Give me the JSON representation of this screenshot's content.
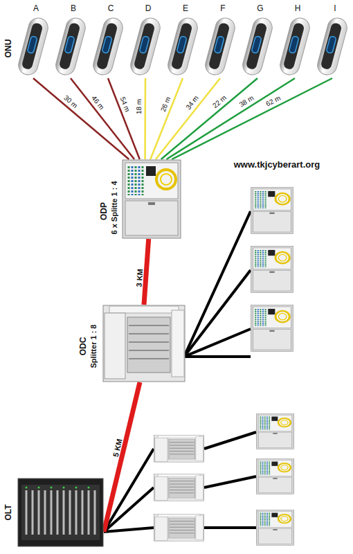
{
  "diagram": {
    "nodes": [
      {
        "text": [
          "A"
        ]
      },
      {
        "text": [
          "B"
        ]
      },
      {
        "text": [
          "C"
        ]
      },
      {
        "text": [
          "D"
        ]
      },
      {
        "text": [
          "E"
        ]
      },
      {
        "text": [
          "F"
        ]
      },
      {
        "text": [
          "G"
        ]
      },
      {
        "text": [
          "H"
        ]
      },
      {
        "text": [
          "I"
        ]
      },
      {
        "text": [
          "ODP",
          "6 x Splitte 1 : 4"
        ]
      },
      {
        "text": [
          "ODC",
          "Splitter 1 : 8"
        ]
      },
      {
        "text": [
          "OLT"
        ]
      }
    ],
    "edges": [
      {
        "from": 0,
        "to": 9,
        "arrow": "none",
        "label": "30 m"
      },
      {
        "from": 1,
        "to": 9,
        "arrow": "none",
        "label": "46 m"
      },
      {
        "from": 2,
        "to": 9,
        "arrow": "none",
        "label": "54 m"
      },
      {
        "from": 3,
        "to": 9,
        "arrow": "none",
        "label": "18 m"
      },
      {
        "from": 4,
        "to": 9,
        "arrow": "none",
        "label": "26 m"
      },
      {
        "from": 5,
        "to": 9,
        "arrow": "none",
        "label": "34 m"
      },
      {
        "from": 6,
        "to": 9,
        "arrow": "none",
        "label": "22 m"
      },
      {
        "from": 7,
        "to": 9,
        "arrow": "none",
        "label": "38 m"
      },
      {
        "from": 8,
        "to": 9,
        "arrow": "none",
        "label": "62 m"
      },
      {
        "from": 9,
        "to": 10,
        "arrow": "none",
        "label": "3 KM"
      },
      {
        "from": 10,
        "to": 11,
        "arrow": "none",
        "label": "5 KM"
      }
    ],
    "labels": [
      "ONU",
      "www.tkjcyberart.org"
    ]
  }
}
